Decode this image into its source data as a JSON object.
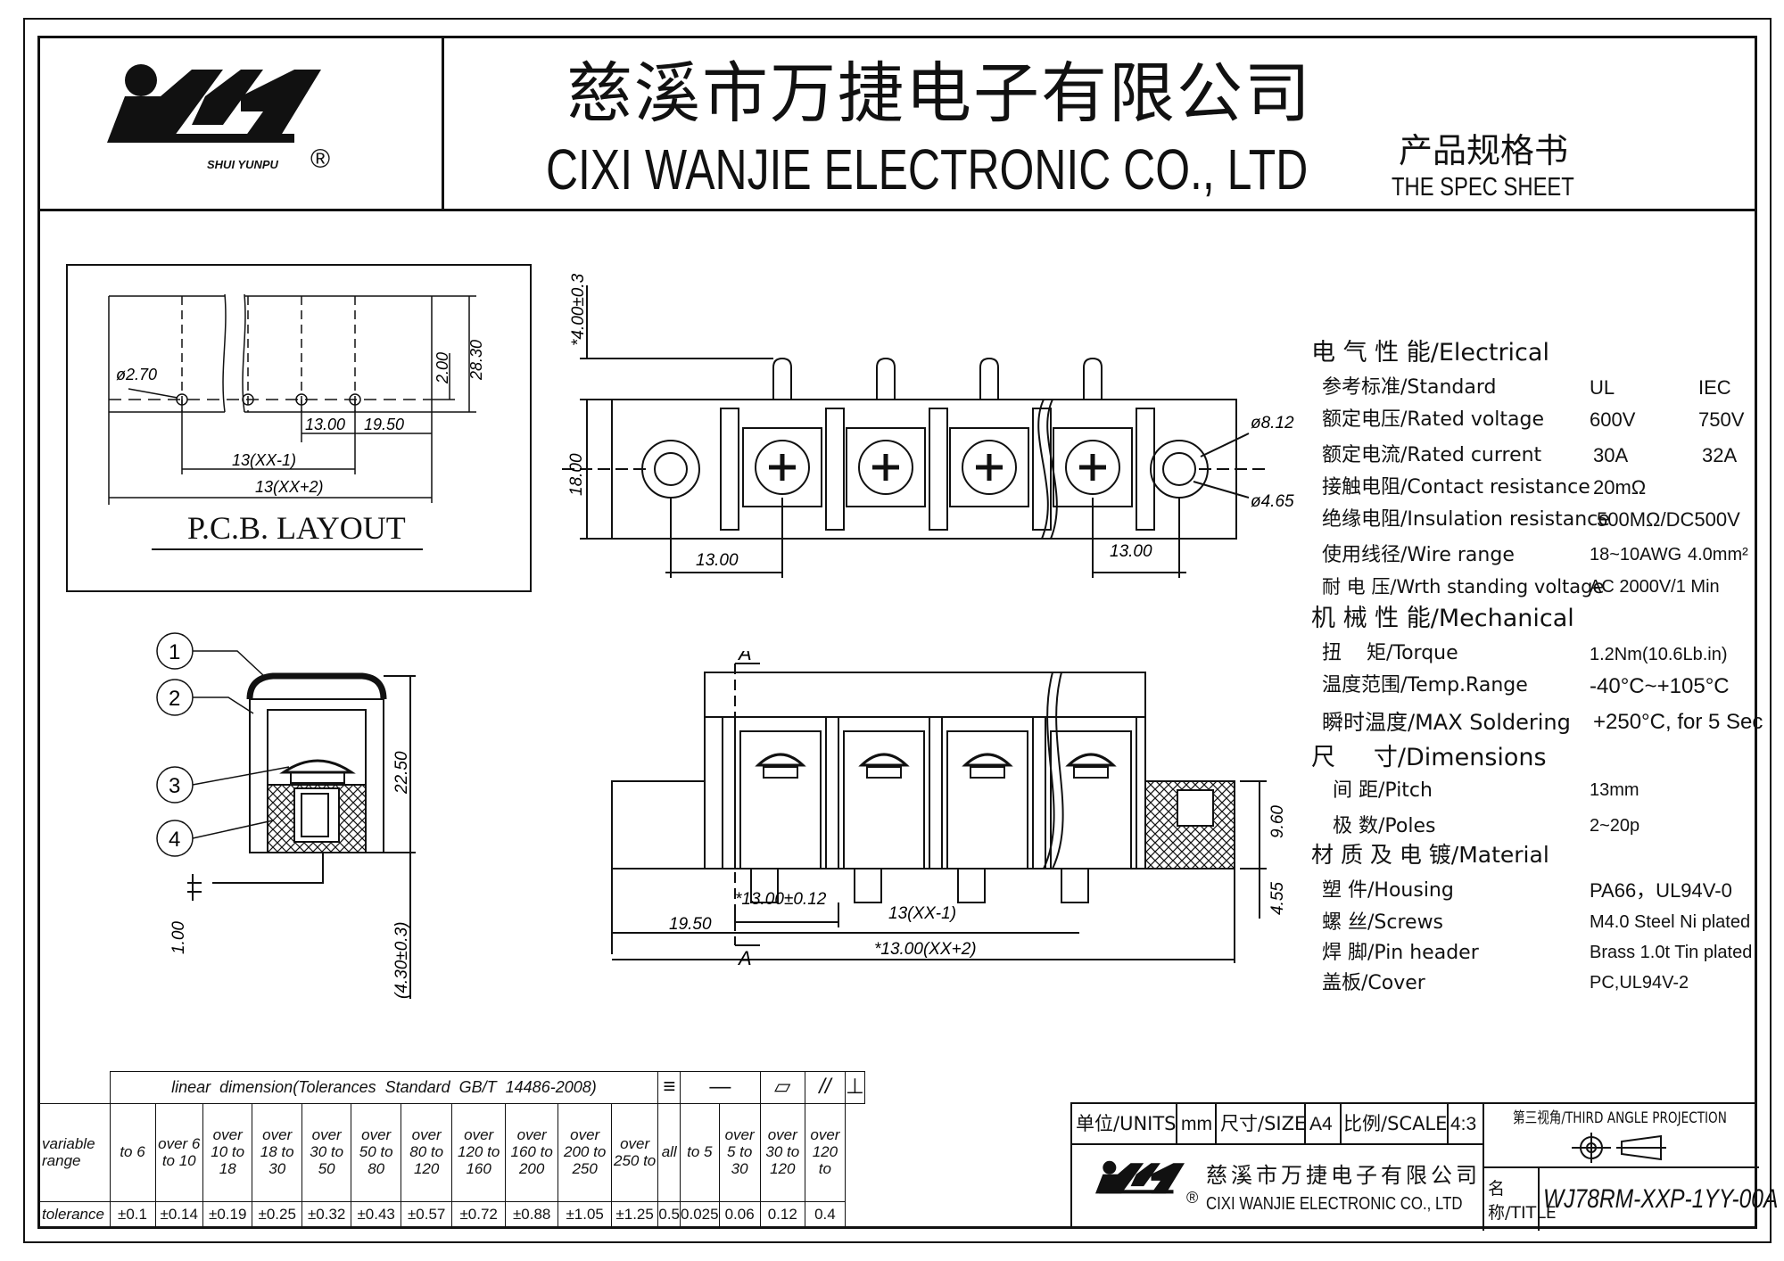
{
  "header": {
    "brand": "SHUI YUNPU",
    "registered": "®",
    "company_cn": "慈溪市万捷电子有限公司",
    "company_en": "CIXI WANJIE ELECTRONIC CO., LTD",
    "doc_cn": "产品规格书",
    "doc_en": "THE SPEC SHEET"
  },
  "pcb": {
    "title": "P.C.B. LAYOUT",
    "hole": "ø2.70",
    "pitch": "13.00",
    "edge": "19.50",
    "span1": "13(XX-1)",
    "span2": "13(XX+2)",
    "dim_h1": "2.00",
    "dim_h2": "28.30"
  },
  "top_view": {
    "pin_len": "*4.00±0.3",
    "height": "18.00",
    "hole_outer": "ø8.12",
    "hole_inner": "ø4.65",
    "left_dim": "13.00",
    "right_dim": "13.00"
  },
  "side_view": {
    "callouts": [
      "1",
      "2",
      "3",
      "4"
    ],
    "height": "22.50",
    "pin_thk": "1.00",
    "pin_len": "(4.30±0.3)"
  },
  "front_view": {
    "section_top": "A",
    "section_bottom": "A",
    "pitch": "*13.00±0.12",
    "span1": "13(XX-1)",
    "edge": "19.50",
    "span2": "*13.00(XX+2)",
    "h1": "9.60",
    "h2": "4.55"
  },
  "spec": {
    "electrical_head": "电 气 性 能/Electrical",
    "electrical": [
      {
        "label": "参考标准/Standard",
        "v1": "UL",
        "v2": "IEC"
      },
      {
        "label": "额定电压/Rated voltage",
        "v1": "600V",
        "v2": "750V"
      },
      {
        "label": "额定电流/Rated current",
        "v1": "30A",
        "v2": "32A"
      },
      {
        "label": "接触电阻/Contact resistance",
        "v1": "20mΩ",
        "v2": ""
      },
      {
        "label": "绝缘电阻/Insulation resistance",
        "v1": "500MΩ/DC500V",
        "v2": ""
      },
      {
        "label": "使用线径/Wire range",
        "v1": "18~10AWG",
        "v2": "4.0mm²"
      },
      {
        "label": "耐 电 压/Wrth standing voltage",
        "v1": "AC 2000V/1 Min",
        "v2": ""
      }
    ],
    "mechanical_head": "机 械 性 能/Mechanical",
    "mechanical": [
      {
        "label": "扭    矩/Torque",
        "v1": "1.2Nm(10.6Lb.in)"
      },
      {
        "label": "温度范围/Temp.Range",
        "v1": "-40°C~+105°C"
      },
      {
        "label": "瞬时温度/MAX Soldering",
        "v1": "+250°C, for 5 Sec"
      }
    ],
    "dimensions_head": "尺     寸/Dimensions",
    "dimensions": [
      {
        "label": "间 距/Pitch",
        "v1": "13mm"
      },
      {
        "label": "极 数/Poles",
        "v1": "2~20p"
      }
    ],
    "material_head": "材 质 及 电 镀/Material",
    "material": [
      {
        "label": "塑 件/Housing",
        "v1": "PA66，UL94V-0"
      },
      {
        "label": "螺 丝/Screws",
        "v1": "M4.0 Steel Ni plated"
      },
      {
        "label": "焊 脚/Pin header",
        "v1": "Brass 1.0t Tin plated"
      },
      {
        "label": "盖板/Cover",
        "v1": "PC,UL94V-2"
      }
    ]
  },
  "tolerance": {
    "caption": "linear  dimension(Tolerances  Standard  GB/T  14486-2008)",
    "symbols": [
      "≡",
      "—",
      "▱",
      "//",
      "⊥"
    ],
    "row_label": "variable range",
    "ranges": [
      "to 6",
      "over 6 to 10",
      "over 10 to 18",
      "over 18 to 30",
      "over 30 to 50",
      "over 50 to 80",
      "over 80 to 120",
      "over 120 to 160",
      "over 160 to 200",
      "over 200 to 250",
      "over 250 to",
      "all",
      "to 5",
      "over 5 to 30",
      "over 30 to 120",
      "over 120 to"
    ],
    "tol_label": "tolerance",
    "values": [
      "±0.1",
      "±0.14",
      "±0.19",
      "±0.25",
      "±0.32",
      "±0.43",
      "±0.57",
      "±0.72",
      "±0.88",
      "±1.05",
      "±1.25",
      "0.5",
      "0.025",
      "0.06",
      "0.12",
      "0.4"
    ]
  },
  "titleblock": {
    "units_label": "单位/UNITS",
    "units": "mm",
    "size_label": "尺寸/SIZE",
    "size": "A4",
    "scale_label": "比例/SCALE",
    "scale": "4:3",
    "projection": "第三视角/THIRD ANGLE PROJECTION",
    "company_cn": "慈溪市万捷电子有限公司",
    "company_en": "CIXI WANJIE ELECTRONIC CO., LTD",
    "name_label": "名称/TITLE",
    "part_no": "WJ78RM-XXP-1YY-00A"
  }
}
